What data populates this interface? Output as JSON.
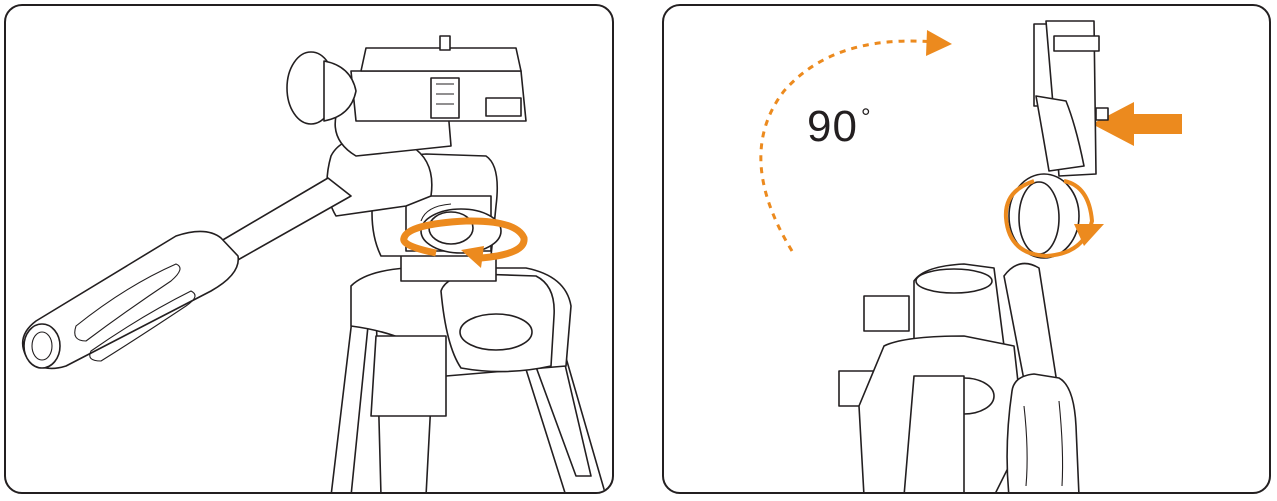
{
  "figure": {
    "left_panel": {
      "description_icon": "tripod-head-pan-lock-knob",
      "rotation_arrow_icon": "circular-rotate-arrow"
    },
    "right_panel": {
      "angle_value": "90",
      "angle_unit": "°",
      "rotation_arc_icon": "dashed-curved-arrow",
      "push_arrow_icon": "left-arrow",
      "knob_highlight_icon": "circular-rotate-arrow"
    }
  },
  "colors": {
    "outline": "#231f20",
    "accent": "#ec8a1e",
    "background": "#ffffff"
  }
}
